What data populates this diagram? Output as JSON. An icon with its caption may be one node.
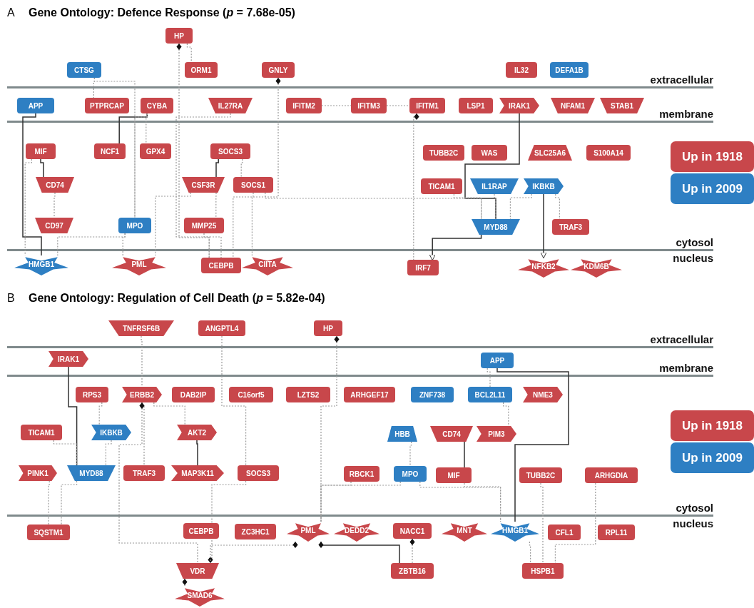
{
  "diagram": {
    "nodes": [
      {
        "text": [
          "A",
          "Gene Ontology: Defence Response (*p* = 7.68e-05)"
        ]
      },
      {
        "text": [
          "extracellular"
        ],
        "in": 0
      },
      {
        "text": [
          "membrane"
        ],
        "in": 0
      },
      {
        "text": [
          "cytosol"
        ],
        "in": 0
      },
      {
        "text": [
          "nucleus"
        ],
        "in": 0
      },
      {
        "text": [
          "HP"
        ],
        "in": 1
      },
      {
        "text": [
          "ORM1"
        ],
        "in": 1
      },
      {
        "text": [
          "CTSG"
        ],
        "in": 1
      },
      {
        "text": [
          "GNLY"
        ],
        "in": 1
      },
      {
        "text": [
          "IL32"
        ],
        "in": 1
      },
      {
        "text": [
          "DEFA1B"
        ],
        "in": 1
      },
      {
        "text": [
          "APP"
        ],
        "in": 2
      },
      {
        "text": [
          "PTPRCAP"
        ],
        "in": 2
      },
      {
        "text": [
          "CYBA"
        ],
        "in": 2
      },
      {
        "text": [
          "IL27RA"
        ],
        "in": 2
      },
      {
        "text": [
          "IFITM2"
        ],
        "in": 2
      },
      {
        "text": [
          "IFITM3"
        ],
        "in": 2
      },
      {
        "text": [
          "IFITM1"
        ],
        "in": 2
      },
      {
        "text": [
          "LSP1"
        ],
        "in": 2
      },
      {
        "text": [
          "IRAK1"
        ],
        "in": 2
      },
      {
        "text": [
          "NFAM1"
        ],
        "in": 2
      },
      {
        "text": [
          "STAB1"
        ],
        "in": 2
      },
      {
        "text": [
          "MIF"
        ],
        "in": 3
      },
      {
        "text": [
          "NCF1"
        ],
        "in": 3
      },
      {
        "text": [
          "GPX4"
        ],
        "in": 3
      },
      {
        "text": [
          "SOCS3"
        ],
        "in": 3
      },
      {
        "text": [
          "TUBB2C"
        ],
        "in": 3
      },
      {
        "text": [
          "WAS"
        ],
        "in": 3
      },
      {
        "text": [
          "SLC25A6"
        ],
        "in": 3
      },
      {
        "text": [
          "S100A14"
        ],
        "in": 3
      },
      {
        "text": [
          "CD74"
        ],
        "in": 3
      },
      {
        "text": [
          "CSF3R"
        ],
        "in": 3
      },
      {
        "text": [
          "SOCS1"
        ],
        "in": 3
      },
      {
        "text": [
          "TICAM1"
        ],
        "in": 3
      },
      {
        "text": [
          "IL1RAP"
        ],
        "in": 3
      },
      {
        "text": [
          "IKBKB"
        ],
        "in": 3
      },
      {
        "text": [
          "CD97"
        ],
        "in": 3
      },
      {
        "text": [
          "MPO"
        ],
        "in": 3
      },
      {
        "text": [
          "MMP25"
        ],
        "in": 3
      },
      {
        "text": [
          "MYD88"
        ],
        "in": 3
      },
      {
        "text": [
          "TRAF3"
        ],
        "in": 3
      },
      {
        "text": [
          "HMGB1"
        ],
        "in": 4
      },
      {
        "text": [
          "PML"
        ],
        "in": 4
      },
      {
        "text": [
          "CEBPB"
        ],
        "in": 4
      },
      {
        "text": [
          "CIITA"
        ],
        "in": 4
      },
      {
        "text": [
          "IRF7"
        ],
        "in": 4
      },
      {
        "text": [
          "NFKB2"
        ],
        "in": 4
      },
      {
        "text": [
          "KDM6B"
        ],
        "in": 4
      },
      {
        "text": [
          "B",
          "Gene Ontology: Regulation of Cell Death (*p* = 5.82e-04)"
        ]
      },
      {
        "text": [
          "extracellular"
        ],
        "in": 48
      },
      {
        "text": [
          "membrane"
        ],
        "in": 48
      },
      {
        "text": [
          "cytosol"
        ],
        "in": 48
      },
      {
        "text": [
          "nucleus"
        ],
        "in": 48
      },
      {
        "text": [
          "TNFRSF6B"
        ],
        "in": 49
      },
      {
        "text": [
          "ANGPTL4"
        ],
        "in": 49
      },
      {
        "text": [
          "HP"
        ],
        "in": 49
      },
      {
        "text": [
          "IRAK1"
        ],
        "in": 50
      },
      {
        "text": [
          "APP"
        ],
        "in": 50
      },
      {
        "text": [
          "RPS3"
        ],
        "in": 51
      },
      {
        "text": [
          "ERBB2"
        ],
        "in": 51
      },
      {
        "text": [
          "DAB2IP"
        ],
        "in": 51
      },
      {
        "text": [
          "C16orf5"
        ],
        "in": 51
      },
      {
        "text": [
          "LZTS2"
        ],
        "in": 51
      },
      {
        "text": [
          "ARHGEF17"
        ],
        "in": 51
      },
      {
        "text": [
          "ZNF738"
        ],
        "in": 51
      },
      {
        "text": [
          "BCL2L11"
        ],
        "in": 51
      },
      {
        "text": [
          "NME3"
        ],
        "in": 51
      },
      {
        "text": [
          "TICAM1"
        ],
        "in": 51
      },
      {
        "text": [
          "IKBKB"
        ],
        "in": 51
      },
      {
        "text": [
          "AKT2"
        ],
        "in": 51
      },
      {
        "text": [
          "HBB"
        ],
        "in": 51
      },
      {
        "text": [
          "CD74"
        ],
        "in": 51
      },
      {
        "text": [
          "PIM3"
        ],
        "in": 51
      },
      {
        "text": [
          "PINK1"
        ],
        "in": 51
      },
      {
        "text": [
          "MYD88"
        ],
        "in": 51
      },
      {
        "text": [
          "TRAF3"
        ],
        "in": 51
      },
      {
        "text": [
          "MAP3K11"
        ],
        "in": 51
      },
      {
        "text": [
          "SOCS3"
        ],
        "in": 51
      },
      {
        "text": [
          "RBCK1"
        ],
        "in": 51
      },
      {
        "text": [
          "MPO"
        ],
        "in": 51
      },
      {
        "text": [
          "MIF"
        ],
        "in": 51
      },
      {
        "text": [
          "TUBB2C"
        ],
        "in": 51
      },
      {
        "text": [
          "ARHGDIA"
        ],
        "in": 51
      },
      {
        "text": [
          "SQSTM1"
        ],
        "in": 52
      },
      {
        "text": [
          "CEBPB"
        ],
        "in": 52
      },
      {
        "text": [
          "ZC3HC1"
        ],
        "in": 52
      },
      {
        "text": [
          "PML"
        ],
        "in": 52
      },
      {
        "text": [
          "DEDD2"
        ],
        "in": 52
      },
      {
        "text": [
          "NACC1"
        ],
        "in": 52
      },
      {
        "text": [
          "MNT"
        ],
        "in": 52
      },
      {
        "text": [
          "HMGB1"
        ],
        "in": 52
      },
      {
        "text": [
          "CFL1"
        ],
        "in": 52
      },
      {
        "text": [
          "RPL11"
        ],
        "in": 52
      },
      {
        "text": [
          "VDR"
        ],
        "in": 52
      },
      {
        "text": [
          "ZBTB16"
        ],
        "in": 52
      },
      {
        "text": [
          "HSPB1"
        ],
        "in": 52
      },
      {
        "text": [
          "SMAD6"
        ],
        "in": 52
      }
    ],
    "edges": [
      {
        "from": 5,
        "to": 6,
        "arrow": "none",
        "style": "dashed"
      },
      {
        "from": 5,
        "to": 43,
        "arrow": "other",
        "style": "dashed"
      },
      {
        "from": 7,
        "to": 12,
        "arrow": "none",
        "style": "dashed"
      },
      {
        "from": 7,
        "to": 37,
        "arrow": "none",
        "style": "dashed"
      },
      {
        "from": 8,
        "to": 43,
        "arrow": "other",
        "style": "dashed"
      },
      {
        "from": 11,
        "to": 41,
        "arrow": "none",
        "color": "#333333"
      },
      {
        "from": 13,
        "to": 23,
        "arrow": "none",
        "color": "#333333"
      },
      {
        "from": 13,
        "to": 37,
        "arrow": "none",
        "style": "dashed"
      },
      {
        "from": 13,
        "to": 24,
        "arrow": "none",
        "style": "dashed"
      },
      {
        "from": 14,
        "to": 43,
        "arrow": "none",
        "style": "dashed"
      },
      {
        "from": 15,
        "to": 16,
        "arrow": "none",
        "style": "dashed"
      },
      {
        "from": 16,
        "to": 17,
        "arrow": "none",
        "style": "dashed"
      },
      {
        "from": 17,
        "to": 45,
        "arrow": "other",
        "style": "dashed"
      },
      {
        "from": 19,
        "to": 39,
        "arrow": "none",
        "color": "#333333"
      },
      {
        "from": 22,
        "to": 30,
        "arrow": "none",
        "color": "#333333"
      },
      {
        "from": 22,
        "to": 41,
        "arrow": "none",
        "style": "dashed"
      },
      {
        "from": 30,
        "to": 36,
        "arrow": "none",
        "style": "dashed"
      },
      {
        "from": 37,
        "to": 41,
        "arrow": "none",
        "style": "dashed"
      },
      {
        "from": 25,
        "to": 31,
        "arrow": "none",
        "color": "#333333"
      },
      {
        "from": 25,
        "to": 32,
        "arrow": "none",
        "style": "dashed"
      },
      {
        "from": 31,
        "to": 38,
        "arrow": "none",
        "style": "dashed"
      },
      {
        "from": 31,
        "to": 42,
        "arrow": "none",
        "style": "dashed"
      },
      {
        "from": 38,
        "to": 43,
        "arrow": "none",
        "style": "dashed"
      },
      {
        "from": 32,
        "to": 44,
        "arrow": "none",
        "style": "dashed"
      },
      {
        "from": 32,
        "to": 39,
        "arrow": "none",
        "style": "dashed"
      },
      {
        "from": 37,
        "to": 42,
        "arrow": "none",
        "style": "dashed"
      },
      {
        "from": 33,
        "to": 39,
        "arrow": "none",
        "style": "dashed"
      },
      {
        "from": 34,
        "to": 39,
        "arrow": "none",
        "style": "dashed"
      },
      {
        "from": 35,
        "to": 39,
        "arrow": "none",
        "style": "dashed"
      },
      {
        "from": 35,
        "to": 46,
        "arrow": "to",
        "color": "#333333"
      },
      {
        "from": 35,
        "to": 40,
        "arrow": "none",
        "style": "dashed"
      },
      {
        "from": 39,
        "to": 45,
        "arrow": "to",
        "color": "#333333"
      },
      {
        "from": 53,
        "to": 59,
        "arrow": "none",
        "style": "dashed"
      },
      {
        "from": 54,
        "to": 77,
        "arrow": "none",
        "style": "dashed"
      },
      {
        "from": 55,
        "to": 86,
        "arrow": "other",
        "style": "dashed"
      },
      {
        "from": 56,
        "to": 74,
        "arrow": "none",
        "color": "#333333"
      },
      {
        "from": 57,
        "to": 65,
        "arrow": "none",
        "style": "dashed"
      },
      {
        "from": 57,
        "to": 90,
        "arrow": "none",
        "color": "#333333"
      },
      {
        "from": 58,
        "to": 68,
        "arrow": "none",
        "style": "dashed"
      },
      {
        "from": 59,
        "to": 75,
        "arrow": "none",
        "style": "dashed"
      },
      {
        "from": 59,
        "to": 69,
        "arrow": "none",
        "style": "dashed"
      },
      {
        "from": 59,
        "to": 93,
        "arrow": "other",
        "style": "dashed"
      },
      {
        "from": 67,
        "to": 74,
        "arrow": "none",
        "style": "dashed"
      },
      {
        "from": 68,
        "to": 74,
        "arrow": "none",
        "style": "dashed"
      },
      {
        "from": 74,
        "to": 83,
        "arrow": "none",
        "style": "dashed"
      },
      {
        "from": 73,
        "to": 83,
        "arrow": "none",
        "style": "dashed"
      },
      {
        "from": 69,
        "to": 76,
        "arrow": "none",
        "color": "#333333"
      },
      {
        "from": 77,
        "to": 84,
        "arrow": "none",
        "style": "dashed"
      },
      {
        "from": 65,
        "to": 72,
        "arrow": "none",
        "style": "dashed"
      },
      {
        "from": 70,
        "to": 79,
        "arrow": "none",
        "style": "dashed"
      },
      {
        "from": 71,
        "to": 80,
        "arrow": "none",
        "color": "#333333"
      },
      {
        "from": 79,
        "to": 86,
        "arrow": "none",
        "style": "dashed"
      },
      {
        "from": 79,
        "to": 90,
        "arrow": "none",
        "style": "dashed"
      },
      {
        "from": 78,
        "to": 86,
        "arrow": "none",
        "style": "dashed"
      },
      {
        "from": 80,
        "to": 90,
        "arrow": "none",
        "style": "dashed"
      },
      {
        "from": 81,
        "to": 95,
        "arrow": "none",
        "style": "dashed"
      },
      {
        "from": 82,
        "to": 95,
        "arrow": "none",
        "style": "dashed"
      },
      {
        "from": 90,
        "to": 95,
        "arrow": "none",
        "style": "dashed"
      },
      {
        "from": 93,
        "to": 84,
        "arrow": "other",
        "style": "dashed"
      },
      {
        "from": 86,
        "to": 93,
        "arrow": "other",
        "style": "dashed"
      },
      {
        "from": 86,
        "to": 94,
        "arrow": "other",
        "color": "#333333"
      },
      {
        "from": 88,
        "to": 94,
        "arrow": "other",
        "style": "dashed"
      },
      {
        "from": 93,
        "to": 96,
        "arrow": "other",
        "style": "dashed"
      }
    ],
    "legend": [
      {
        "text": "Up in 1918",
        "color": "#c8474b"
      },
      {
        "text": "Up in 2009",
        "color": "#2e7fc3"
      },
      {
        "text": "Up in 1918",
        "color": "#c8474b"
      },
      {
        "text": "Up in 2009",
        "color": "#2e7fc3"
      }
    ]
  }
}
